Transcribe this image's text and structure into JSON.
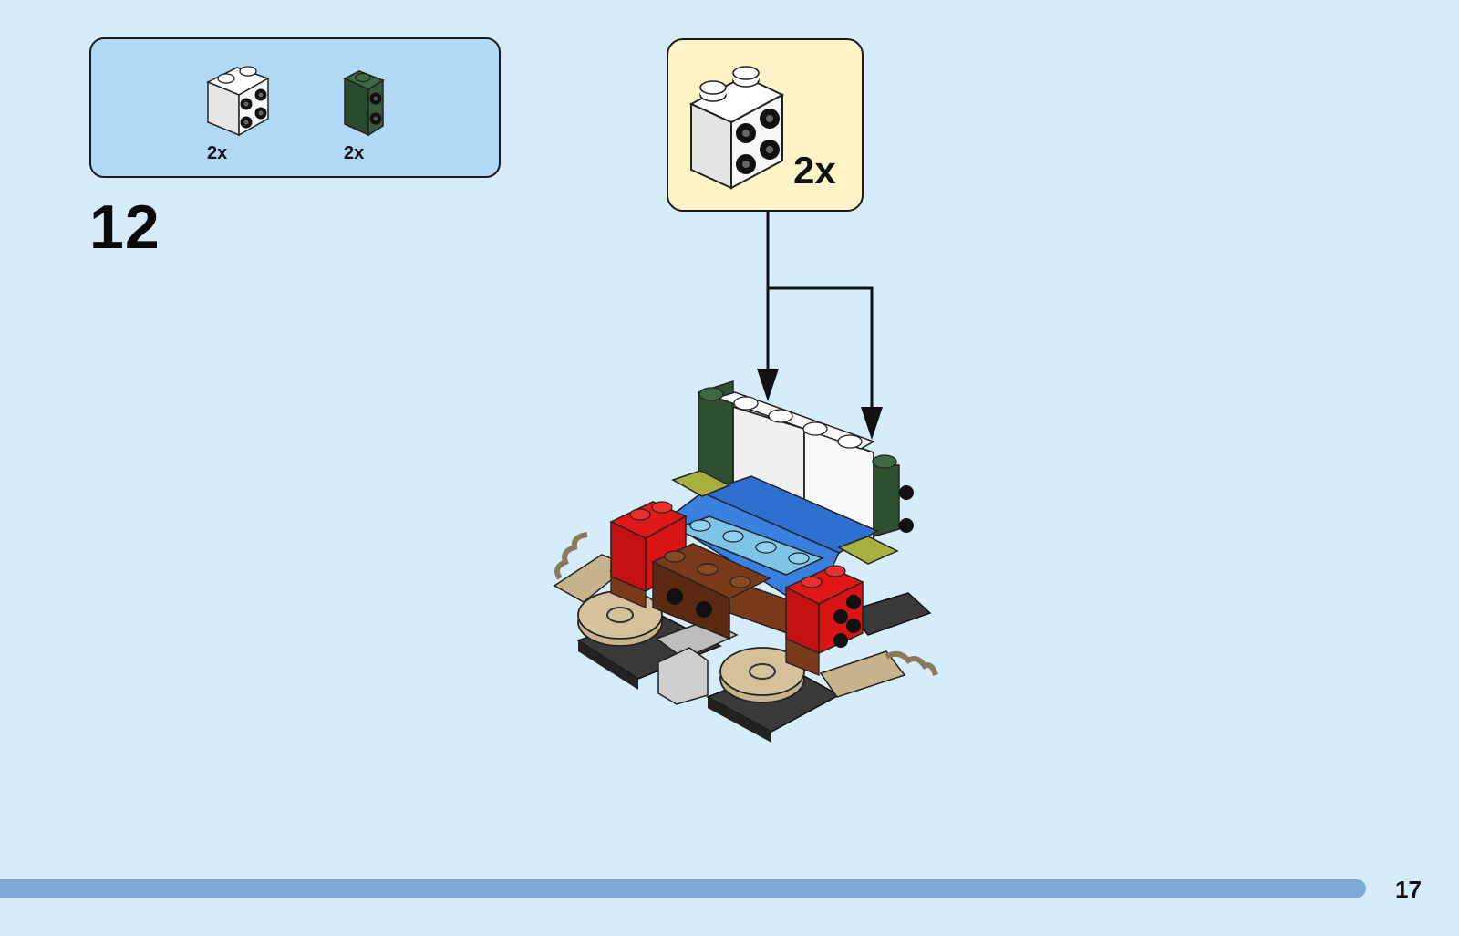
{
  "parts_list": {
    "items": [
      {
        "part": "white-brick-1x2-with-studs-on-side",
        "quantity": "2x",
        "color": "#f2f2f2"
      },
      {
        "part": "dark-green-brick-1x1-with-studs-on-side",
        "quantity": "2x",
        "color": "#2f5233"
      }
    ]
  },
  "step": {
    "number": "12"
  },
  "callout": {
    "part": "white-brick-1x2-with-studs-on-side",
    "quantity": "2x"
  },
  "page": {
    "number": "17"
  },
  "colors": {
    "background": "#d6ecfb",
    "parts_box": "#b1d8f4",
    "callout_box": "#fff4c7",
    "progress_bar": "#7fa8d8"
  }
}
